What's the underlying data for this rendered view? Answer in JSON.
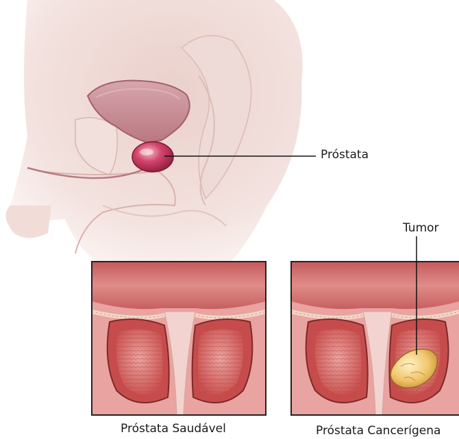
{
  "labels": {
    "prostate": "Próstata",
    "tumor": "Tumor",
    "healthy_caption": "Próstata Saudável",
    "cancer_caption": "Próstata Cancerígena"
  },
  "colors": {
    "skin_light": "#f6e9e6",
    "skin_mid": "#ecd2cd",
    "bladder": "#c98a94",
    "prostate_gland": "#c2305a",
    "tissue_red": "#c94b4e",
    "tissue_pink": "#e49a98",
    "tumor_yellow": "#f0c060",
    "frame_border": "#222222"
  }
}
